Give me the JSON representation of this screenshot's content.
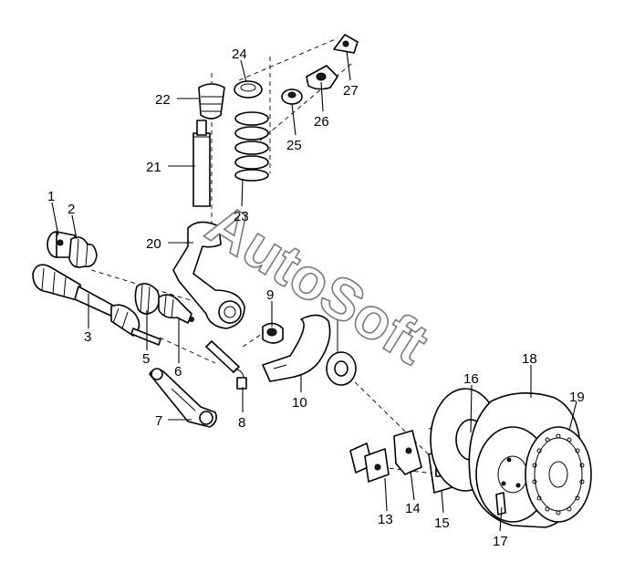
{
  "watermark": "AutoSoft",
  "callouts": [
    {
      "id": "label-1",
      "text": "1"
    },
    {
      "id": "label-2",
      "text": "2"
    },
    {
      "id": "label-3",
      "text": "3"
    },
    {
      "id": "label-5",
      "text": "5"
    },
    {
      "id": "label-6",
      "text": "6"
    },
    {
      "id": "label-7",
      "text": "7"
    },
    {
      "id": "label-8",
      "text": "8"
    },
    {
      "id": "label-9",
      "text": "9"
    },
    {
      "id": "label-10",
      "text": "10"
    },
    {
      "id": "label-13",
      "text": "13"
    },
    {
      "id": "label-14",
      "text": "14"
    },
    {
      "id": "label-15",
      "text": "15"
    },
    {
      "id": "label-16",
      "text": "16"
    },
    {
      "id": "label-17",
      "text": "17"
    },
    {
      "id": "label-18",
      "text": "18"
    },
    {
      "id": "label-19",
      "text": "19"
    },
    {
      "id": "label-20",
      "text": "20"
    },
    {
      "id": "label-21",
      "text": "21"
    },
    {
      "id": "label-22",
      "text": "22"
    },
    {
      "id": "label-23",
      "text": "23"
    },
    {
      "id": "label-24",
      "text": "24"
    },
    {
      "id": "label-25",
      "text": "25"
    },
    {
      "id": "label-26",
      "text": "26"
    },
    {
      "id": "label-27",
      "text": "27"
    }
  ]
}
